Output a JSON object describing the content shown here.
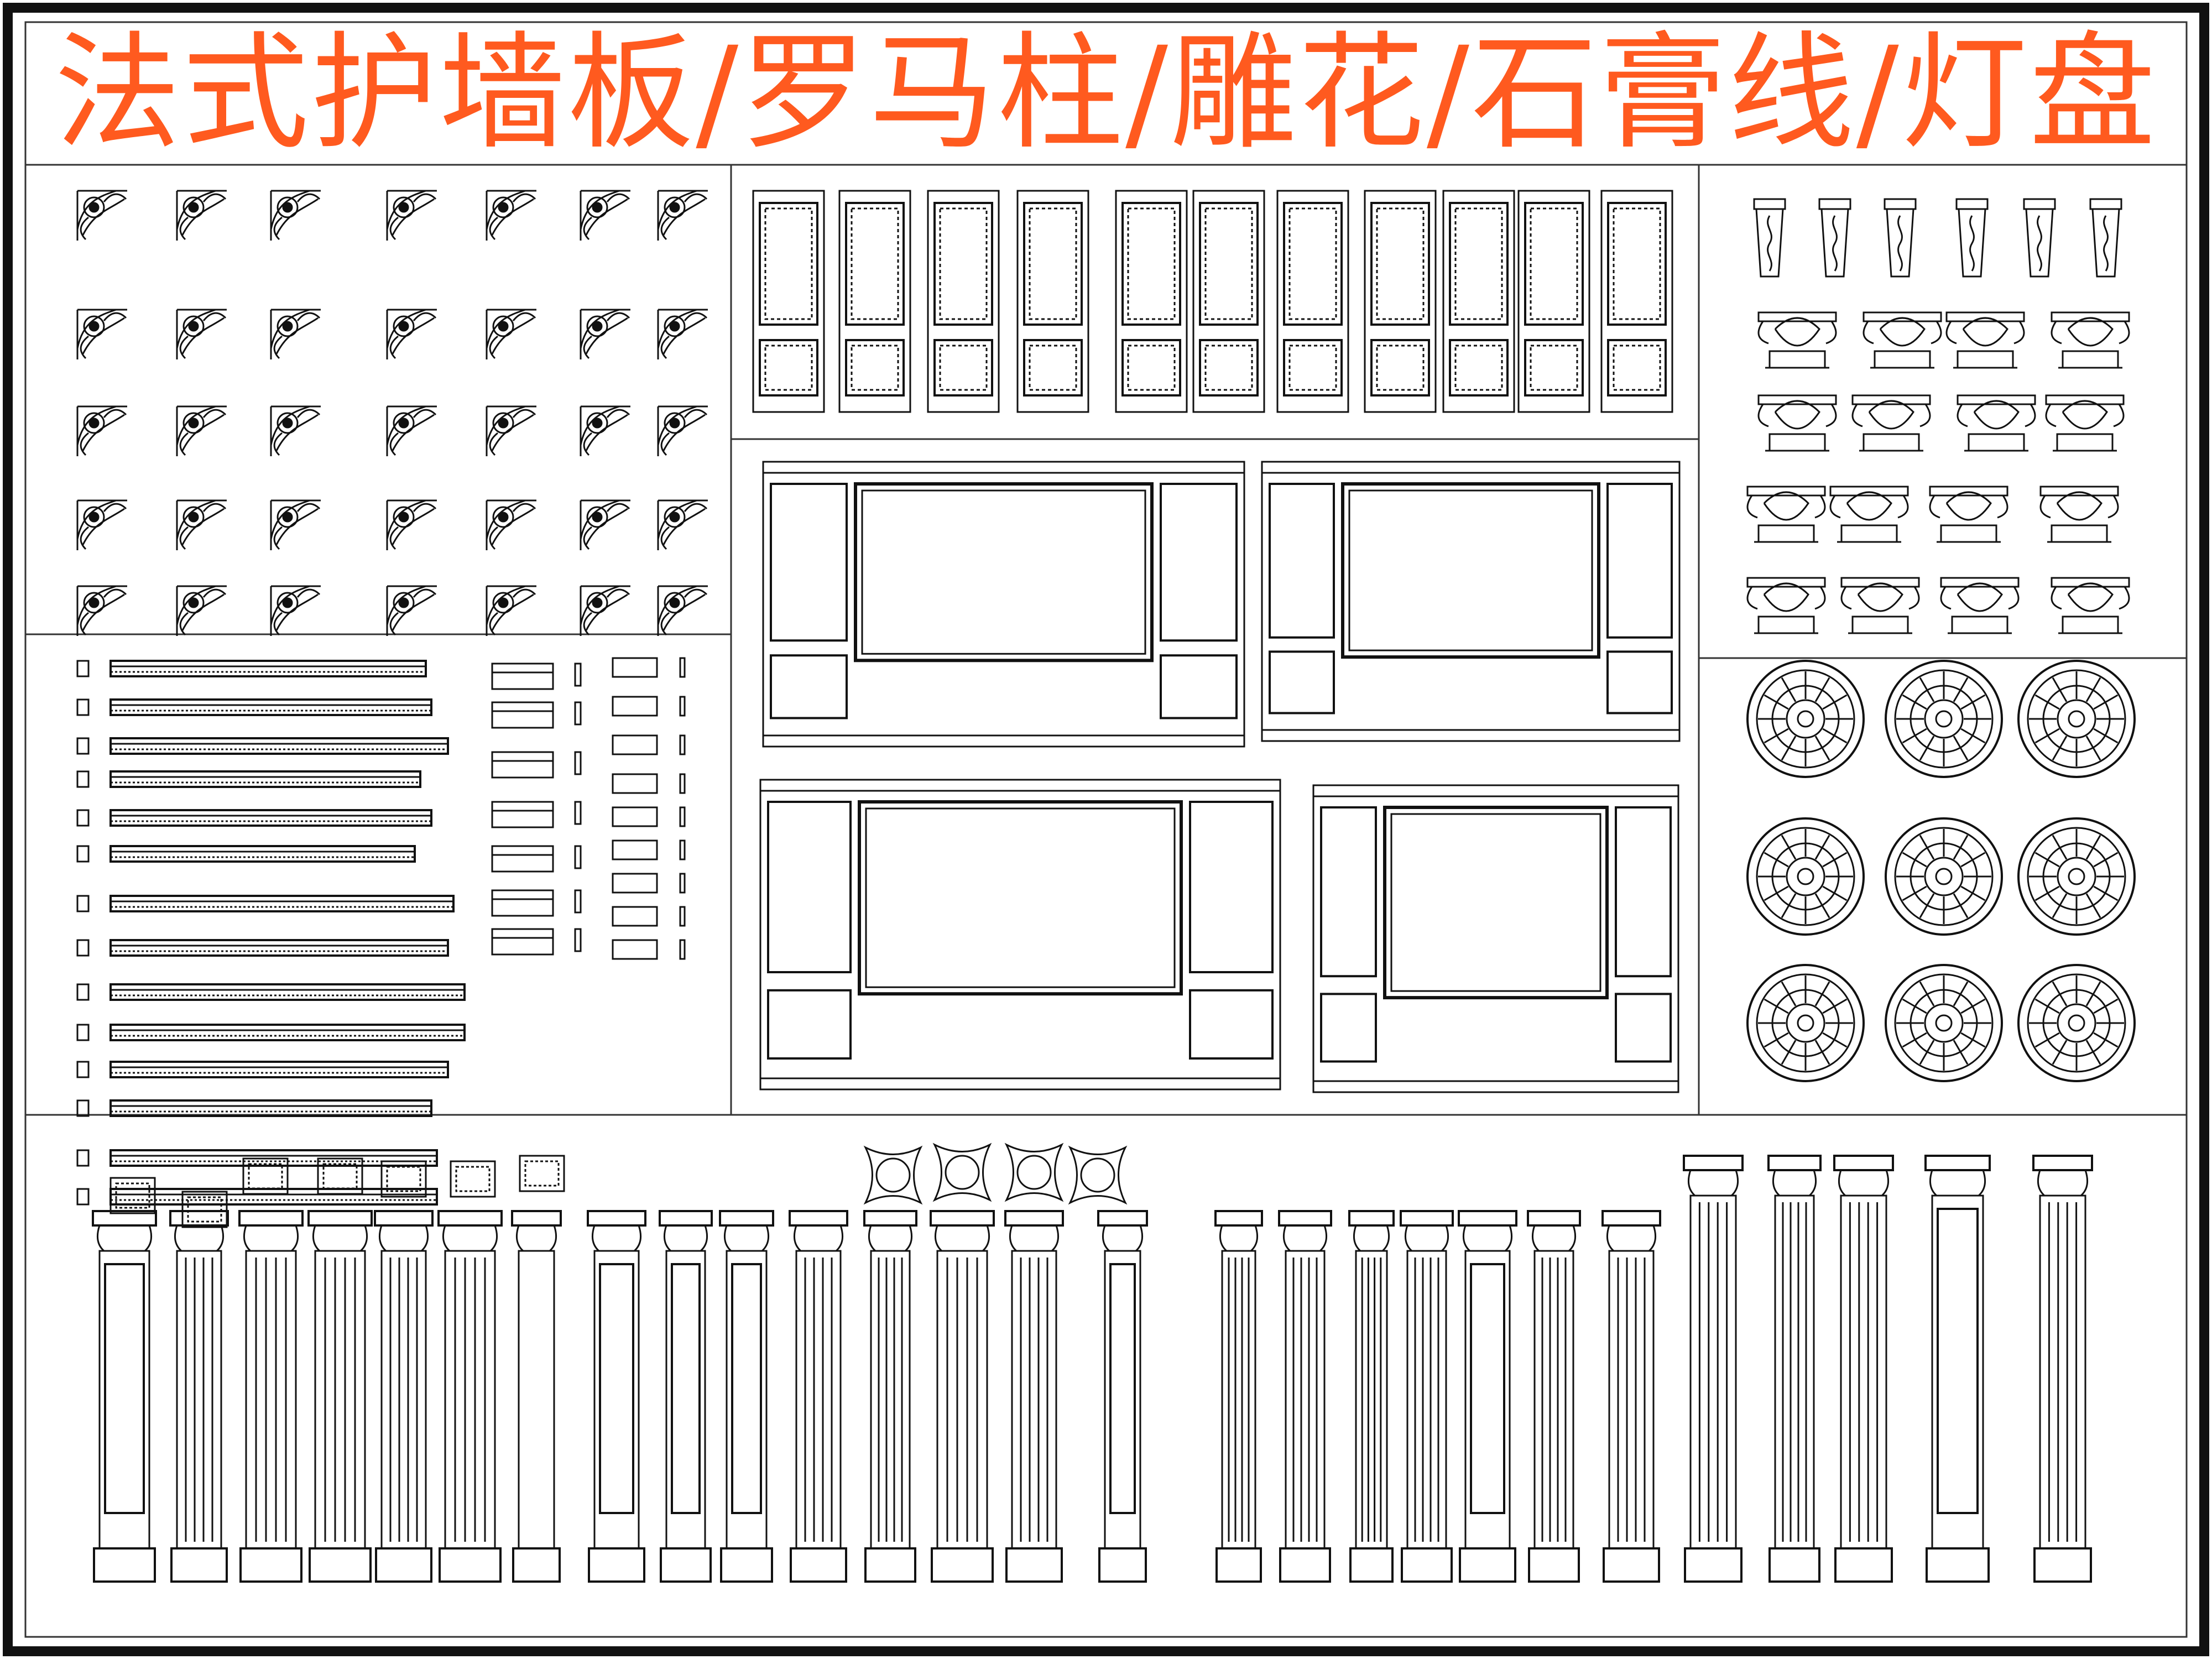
{
  "title": "法式护墙板/罗马柱/雕花/石膏线/灯盘",
  "colors": {
    "title": "#ff5a1f",
    "line": "#111111",
    "background": "#ffffff"
  },
  "sections": [
    {
      "name": "corner-carvings",
      "depicts": "corner-ornament-icon",
      "rows": 5,
      "per_row": 7
    },
    {
      "name": "door-panels",
      "depicts": "door-panel-icon",
      "count": 11
    },
    {
      "name": "capitals",
      "depicts": "corbel-capital-icon",
      "rows": [
        6,
        4,
        4,
        4,
        4
      ]
    },
    {
      "name": "wall-panels",
      "depicts": "wall-panel-elevation-icon",
      "count": 4
    },
    {
      "name": "ceiling-medallions",
      "depicts": "ceiling-medallion-icon",
      "rows": 3,
      "per_row": 3
    },
    {
      "name": "plaster-moldings",
      "depicts": "molding-profile-icon",
      "long": 14,
      "short": 16
    },
    {
      "name": "roman-columns",
      "depicts": "roman-column-icon",
      "count": 27
    }
  ]
}
